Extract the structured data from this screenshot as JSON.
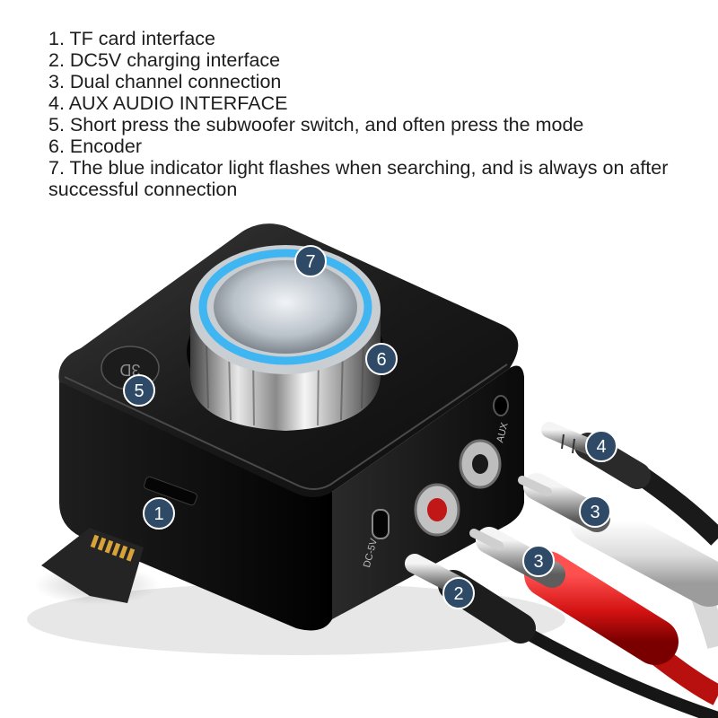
{
  "features": [
    "1. TF card interface",
    "2. DC5V charging interface",
    "3. Dual channel connection",
    "4. AUX AUDIO INTERFACE",
    "5. Short press the subwoofer switch, and often press the mode",
    "6. Encoder",
    "7. The blue indicator light flashes when searching, and is always on after successful connection"
  ],
  "device": {
    "button_label": "3D",
    "aux_label": "AUX",
    "dc_label": "DC-5V",
    "indicator_color": "#3fb6f2",
    "body_color": "#141414"
  },
  "markers": {
    "tf_card": "1",
    "dc_charging": "2",
    "rca_red": "3",
    "rca_white": "3",
    "aux_plug": "4",
    "mode_button": "5",
    "encoder": "6",
    "indicator": "7"
  }
}
